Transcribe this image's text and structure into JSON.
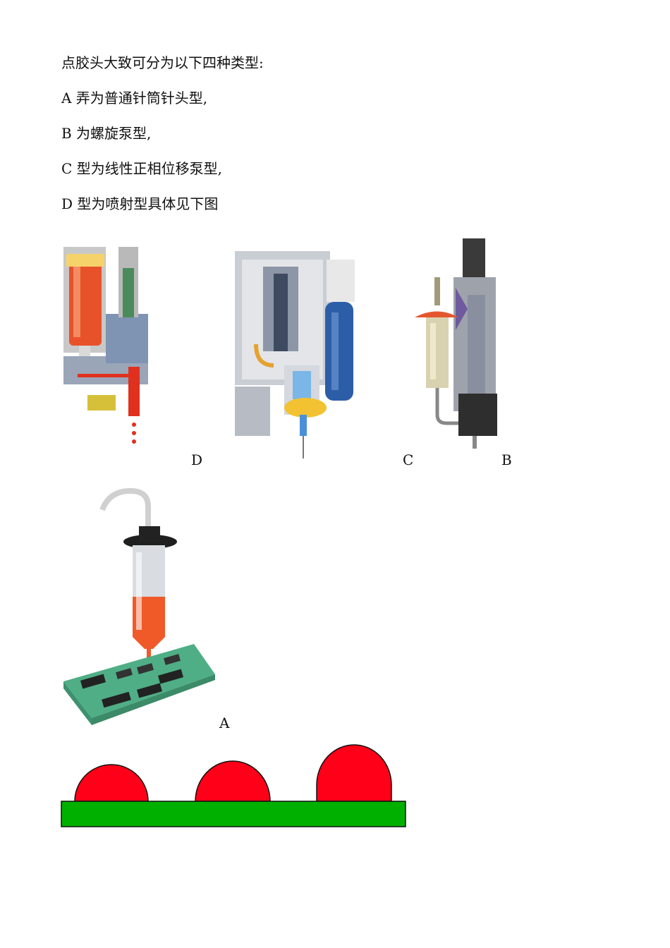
{
  "text": {
    "intro": "点胶头大致可分为以下四种类型:",
    "item_a": "A 弄为普通针筒针头型,",
    "item_b": "B 为螺旋泵型,",
    "item_c": "C 型为线性正相位移泵型,",
    "item_d": "D 型为喷射型具体见下图"
  },
  "figure_labels": {
    "d": "D",
    "c": "C",
    "b": "B",
    "a": "A"
  },
  "colors": {
    "glue_red": "#e8192c",
    "board_green": "#00b000",
    "pcb_green": "#4fae86",
    "syringe_orange": "#f05a28"
  },
  "icons": {
    "jet_valve": "jet-dispenser-illustration",
    "auger_pump": "auger-pump-illustration",
    "piston_pump": "linear-positive-displacement-pump-illustration",
    "syringe": "syringe-needle-illustration",
    "glue_dots": "glue-dot-profile-diagram"
  }
}
